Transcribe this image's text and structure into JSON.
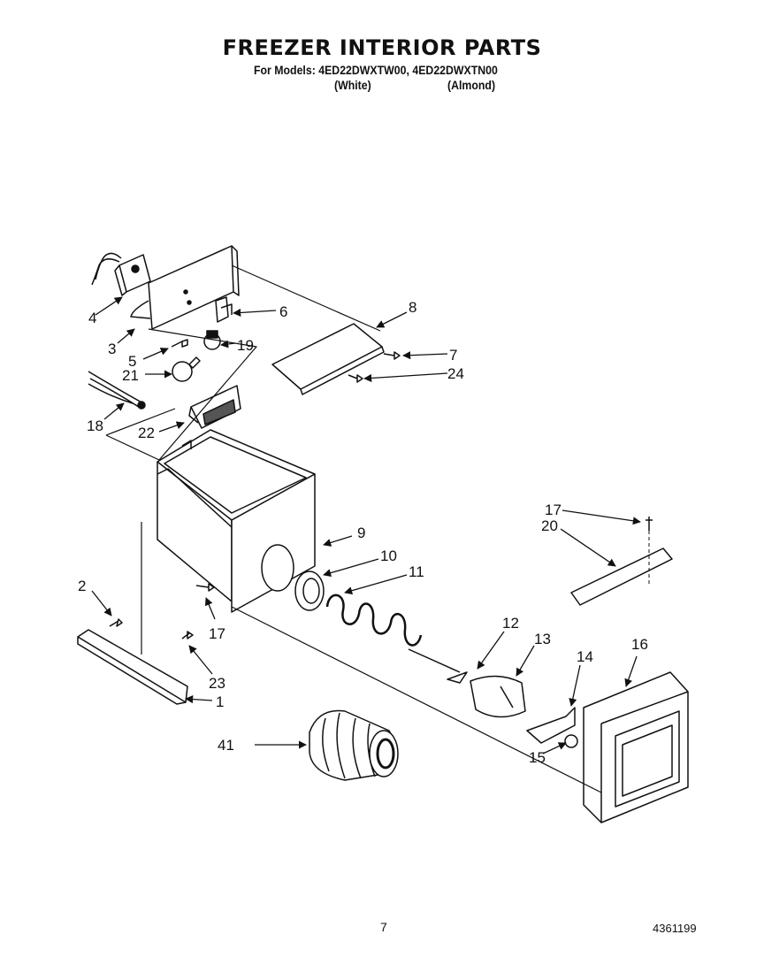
{
  "header": {
    "title": "FREEZER INTERIOR PARTS",
    "models_line": "For Models: 4ED22DWXTW00, 4ED22DWXTN00",
    "color_white": "(White)",
    "color_almond": "(Almond)"
  },
  "callouts": [
    "1",
    "2",
    "3",
    "4",
    "5",
    "6",
    "7",
    "8",
    "9",
    "10",
    "11",
    "12",
    "13",
    "14",
    "15",
    "16",
    "17",
    "17",
    "18",
    "19",
    "20",
    "21",
    "22",
    "23",
    "24",
    "41"
  ],
  "footer": {
    "page_number": "7",
    "document_number": "4361199"
  }
}
